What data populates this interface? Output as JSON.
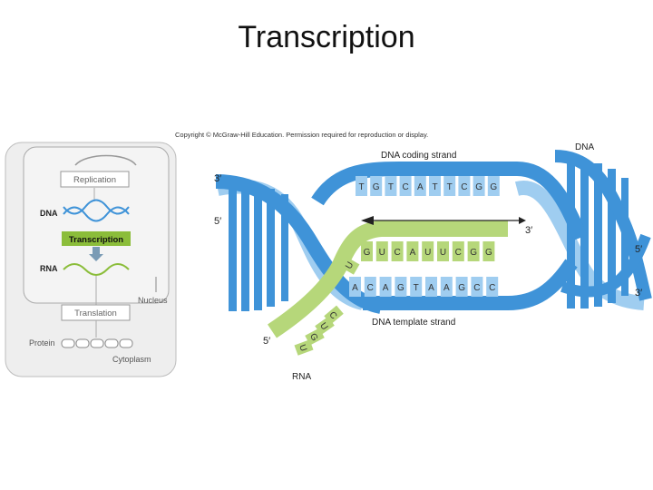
{
  "slide": {
    "title": "Transcription"
  },
  "copyright": "Copyright © McGraw-Hill Education. Permission required for reproduction or display.",
  "overview": {
    "replication": "Replication",
    "dna": "DNA",
    "transcription": "Transcription",
    "rna": "RNA",
    "nucleus": "Nucleus",
    "translation": "Translation",
    "protein": "Protein",
    "cytoplasm": "Cytoplasm"
  },
  "helix": {
    "dna_label": "DNA",
    "coding_strand_label": "DNA coding strand",
    "template_strand_label": "DNA template strand",
    "rna_label": "RNA",
    "coding_bases": [
      "T",
      "G",
      "T",
      "C",
      "A",
      "T",
      "T",
      "C",
      "G",
      "G"
    ],
    "template_bases": [
      "A",
      "C",
      "A",
      "G",
      "T",
      "A",
      "A",
      "G",
      "C",
      "C"
    ],
    "rna_bases_row": [
      "G",
      "U",
      "C",
      "A",
      "U",
      "U",
      "C",
      "G",
      "G"
    ],
    "rna_bases_tail": [
      "U",
      "G",
      "U",
      "C"
    ],
    "rna_first_base": "U",
    "end_labels": {
      "coding_left": "3′",
      "template_left": "5′",
      "rna_right": "3′",
      "coding_right": "5′",
      "template_right": "3′",
      "rna_tail": "5′"
    }
  },
  "colors": {
    "dna_blue": "#3f93d8",
    "dna_light": "#9fcdf0",
    "rna_green": "#b6d77a",
    "rna_dark": "#7fae3d",
    "label_green_bg": "#8bbd3a"
  }
}
